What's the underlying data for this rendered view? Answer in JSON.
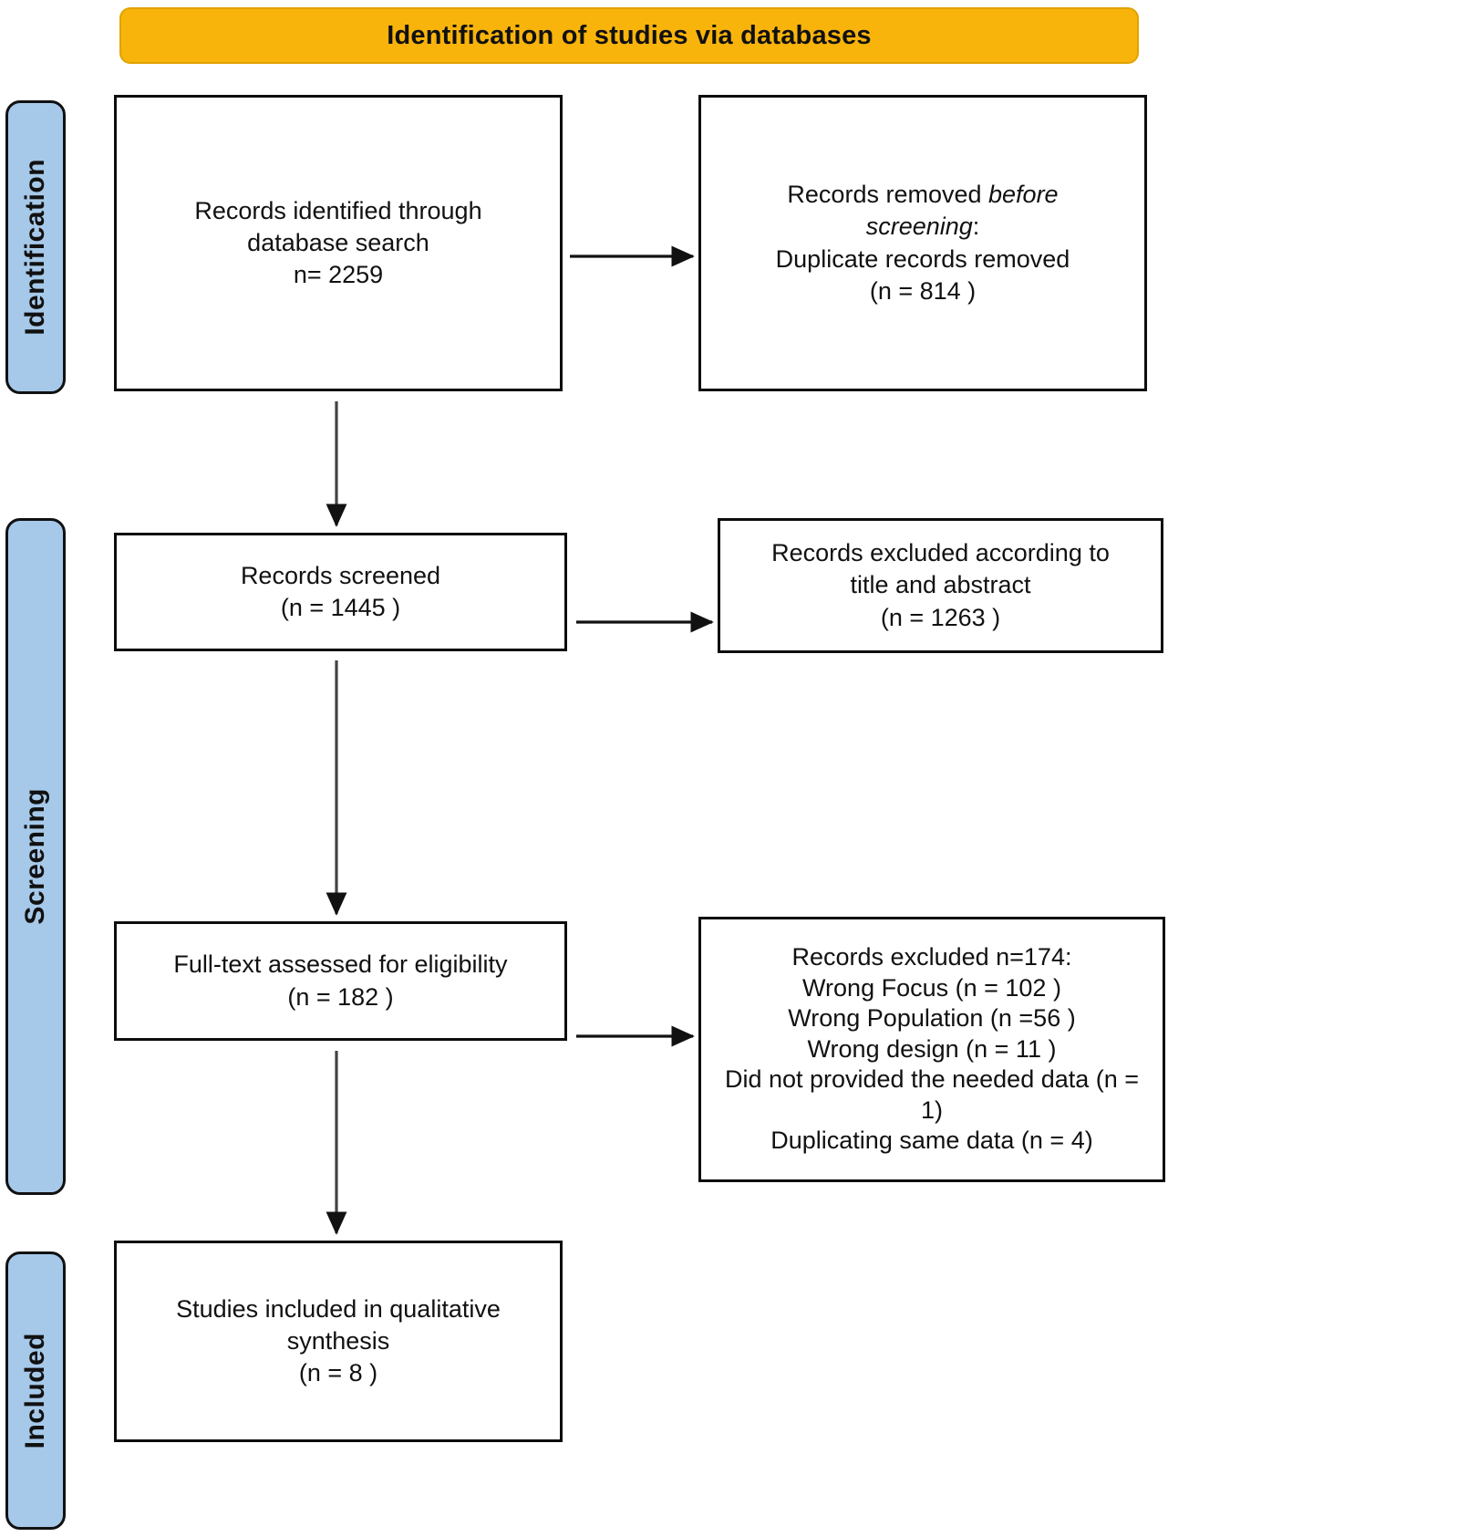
{
  "header": {
    "title": "Identification of studies via databases",
    "color": "#F9B40B"
  },
  "stages": {
    "color": "#A6C9EA",
    "items": [
      {
        "id": "identification",
        "label": "Identification"
      },
      {
        "id": "screening",
        "label": "Screening"
      },
      {
        "id": "included",
        "label": "Included"
      }
    ]
  },
  "boxes": {
    "identified": {
      "line1": "Records identified through",
      "line2": "database search",
      "line3": "n= 2259"
    },
    "removed": {
      "line1_plain": "Records removed ",
      "line1_italic": "before",
      "line2_italic": "screening",
      "line2_plain": ":",
      "line3": "Duplicate records removed",
      "line4": "(n = 814 )"
    },
    "screened": {
      "line1": "Records screened",
      "line2": "(n = 1445 )"
    },
    "excluded_screening": {
      "line1": "Records excluded according to",
      "line2": "title and abstract",
      "line3": "(n = 1263 )"
    },
    "fulltext": {
      "line1": "Full-text assessed for eligibility",
      "line2": "(n = 182 )"
    },
    "excluded_fulltext": {
      "line1": "Records excluded n=174:",
      "line2": "Wrong Focus (n = 102 )",
      "line3": "Wrong Population (n =56 )",
      "line4": "Wrong design (n = 11 )",
      "line5": "Did not provided the needed data (n = 1)",
      "line6": "Duplicating same data (n = 4)"
    },
    "included": {
      "line1": "Studies included in qualitative",
      "line2": "synthesis",
      "line3": "(n = 8 )"
    }
  },
  "chart_data": {
    "type": "diagram",
    "title": "Identification of studies via databases",
    "diagram_kind": "PRISMA flow diagram",
    "stages": [
      "Identification",
      "Screening",
      "Included"
    ],
    "nodes": [
      {
        "id": "identified",
        "stage": "Identification",
        "label": "Records identified through database search",
        "n": 2259
      },
      {
        "id": "removed",
        "stage": "Identification",
        "label": "Records removed before screening: Duplicate records removed",
        "n": 814
      },
      {
        "id": "screened",
        "stage": "Screening",
        "label": "Records screened",
        "n": 1445
      },
      {
        "id": "excluded_screening",
        "stage": "Screening",
        "label": "Records excluded according to title and abstract",
        "n": 1263
      },
      {
        "id": "fulltext",
        "stage": "Screening",
        "label": "Full-text assessed for eligibility",
        "n": 182
      },
      {
        "id": "excluded_fulltext",
        "stage": "Screening",
        "label": "Records excluded",
        "n": 174,
        "reasons": [
          {
            "label": "Wrong Focus",
            "n": 102
          },
          {
            "label": "Wrong Population",
            "n": 56
          },
          {
            "label": "Wrong design",
            "n": 11
          },
          {
            "label": "Did not provided the needed data",
            "n": 1
          },
          {
            "label": "Duplicating same data",
            "n": 4
          }
        ]
      },
      {
        "id": "included",
        "stage": "Included",
        "label": "Studies included in qualitative synthesis",
        "n": 8
      }
    ],
    "edges": [
      {
        "from": "identified",
        "to": "removed",
        "direction": "right"
      },
      {
        "from": "identified",
        "to": "screened",
        "direction": "down"
      },
      {
        "from": "screened",
        "to": "excluded_screening",
        "direction": "right"
      },
      {
        "from": "screened",
        "to": "fulltext",
        "direction": "down"
      },
      {
        "from": "fulltext",
        "to": "excluded_fulltext",
        "direction": "right"
      },
      {
        "from": "fulltext",
        "to": "included",
        "direction": "down"
      }
    ]
  }
}
